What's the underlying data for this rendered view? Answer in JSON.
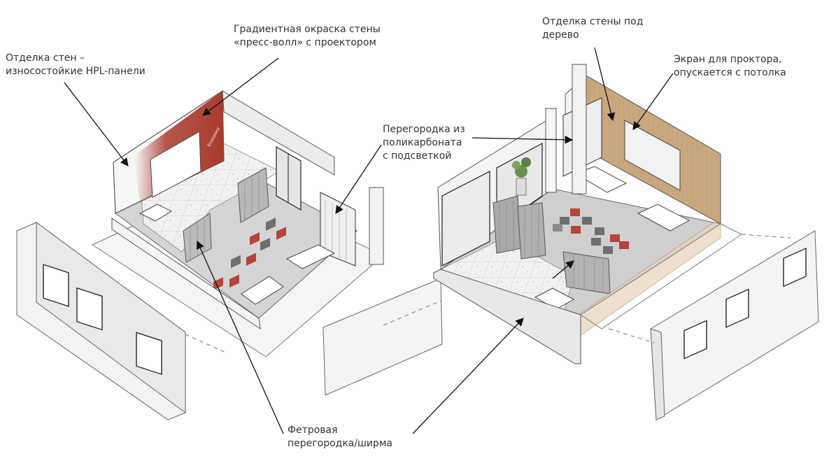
{
  "callouts": [
    {
      "id": "wall-finish-hpl",
      "text": "Отделка стен –\nизносостойкие HPL-панели"
    },
    {
      "id": "gradient-paint",
      "text": "Градиентная окраска стены\n«пресс-волл» с проектором"
    },
    {
      "id": "wood-finish",
      "text": "Отделка стены под\nдерево"
    },
    {
      "id": "projector-screen",
      "text": "Экран для проктора,\nопускается с потолка"
    },
    {
      "id": "polycarbonate-partition",
      "text": "Перегородка из\nполикарбоната\nс подсветкой"
    },
    {
      "id": "felt-partition",
      "text": "Фетровая\nперегородка/ширма"
    }
  ],
  "brand_mark": "Ecorinvest",
  "colors": {
    "accent_red": "#a93b2c",
    "wood": "#c9a77f",
    "floor_gray": "#cfcfcf",
    "leader_line": "#111111",
    "label_text": "#333333",
    "chair_red": "#b5443d",
    "chair_gray": "#6e6e6e"
  },
  "icons": [
    "plant-icon"
  ]
}
